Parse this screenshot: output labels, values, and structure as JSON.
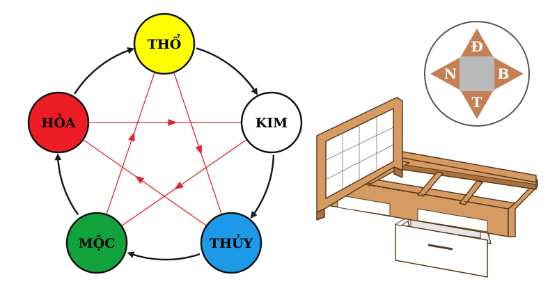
{
  "five_elements": {
    "nodes": [
      {
        "id": "tho",
        "label": "THỔ",
        "fill": "#ffff00",
        "text_color": "#000000"
      },
      {
        "id": "kim",
        "label": "KIM",
        "fill": "#ffffff",
        "text_color": "#000000"
      },
      {
        "id": "thuy",
        "label": "THỦY",
        "fill": "#1e9be8",
        "text_color": "#000000"
      },
      {
        "id": "moc",
        "label": "MỘC",
        "fill": "#12a23c",
        "text_color": "#000000"
      },
      {
        "id": "hoa",
        "label": "HỎA",
        "fill": "#ee1c24",
        "text_color": "#000000"
      }
    ],
    "generating_cycle": [
      [
        "tho",
        "kim"
      ],
      [
        "kim",
        "thuy"
      ],
      [
        "thuy",
        "moc"
      ],
      [
        "moc",
        "hoa"
      ],
      [
        "hoa",
        "tho"
      ]
    ],
    "controlling_cycle": [
      [
        "hoa",
        "kim"
      ],
      [
        "kim",
        "moc"
      ],
      [
        "moc",
        "tho"
      ],
      [
        "tho",
        "thuy"
      ],
      [
        "thuy",
        "hoa"
      ]
    ],
    "colors": {
      "cycle_line": "#1a1a1a",
      "control_line": "#e0242c"
    }
  },
  "compass": {
    "north": "Đ",
    "east": "B",
    "south": "T",
    "west": "N",
    "colors": {
      "point": "#c57f55",
      "center": "#b9b9b9",
      "ring": "#555555"
    }
  },
  "bed": {
    "colors": {
      "wood": "#d59b63",
      "wood_dark": "#a8713f",
      "panel": "#ffffff",
      "outline": "#5a3a1c"
    }
  }
}
